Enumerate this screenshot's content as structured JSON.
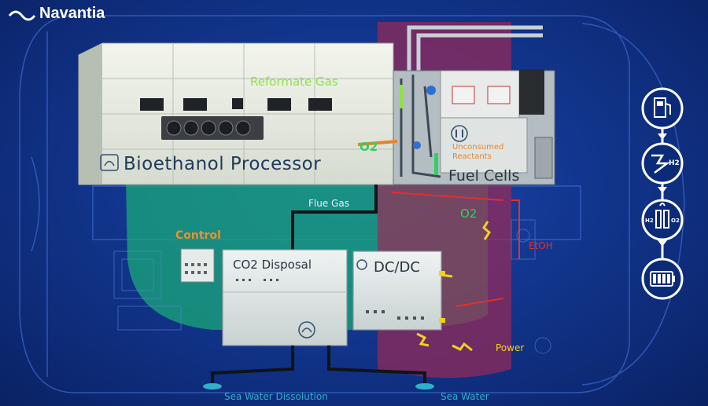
{
  "brand": {
    "name": "Navantia"
  },
  "labels": {
    "reformate_gas": "Reformate Gas",
    "o2_processor": "O2",
    "bioethanol_processor": "Bioethanol Processor",
    "unconsumed_reactants": "Unconsumed Reactants",
    "fuel_cells": "Fuel Cells",
    "flue_gas": "Flue Gas",
    "o2_right": "O2",
    "control": "Control",
    "co2_disposal": "CO2 Disposal",
    "dcdc": "DC/DC",
    "etoh": "EtOH",
    "power": "Power",
    "sea_water_dissolution": "Sea Water Dissolution",
    "sea_water": "Sea Water"
  },
  "sidebar": {
    "steps": [
      {
        "icon": "fuel-pump-icon"
      },
      {
        "icon": "h2-icon",
        "text": "H2"
      },
      {
        "icon": "fuel-cell-icon",
        "left": "H2",
        "right": "O2"
      },
      {
        "icon": "battery-icon"
      }
    ]
  },
  "colors": {
    "reformate_gas": "#8fe04a",
    "o2": "#2ed163",
    "unconsumed": "#e8822a",
    "control": "#f0902a",
    "etoh": "#e03030",
    "power": "#f2d020",
    "sea_water": "#2fb0c8",
    "green_zone": "#1aa878",
    "red_zone": "#9a2a55"
  }
}
